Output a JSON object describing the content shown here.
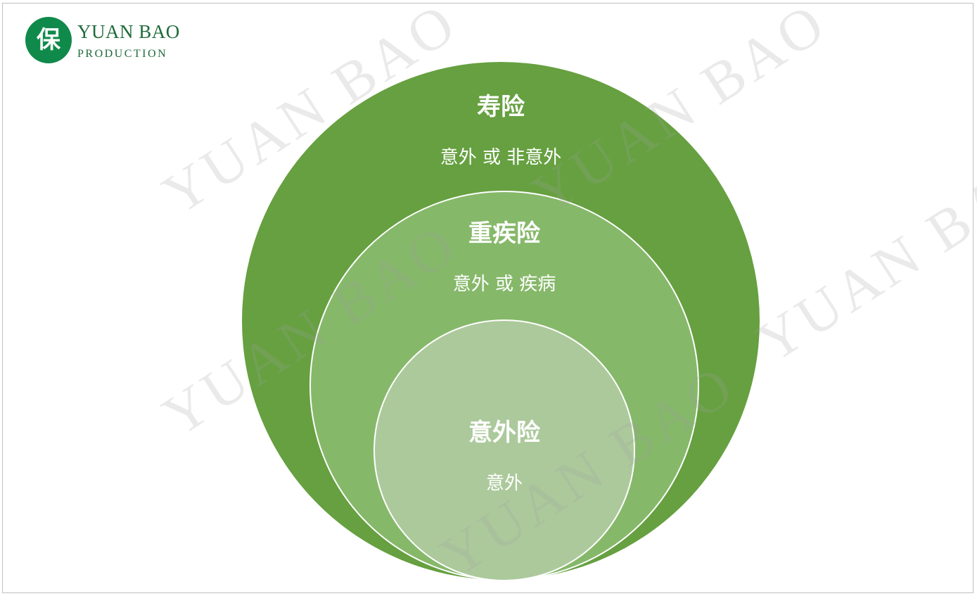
{
  "logo": {
    "mark": "保",
    "name_line1": "YUAN BAO",
    "name_line2": "PRODUCTION"
  },
  "watermark_text": "YUAN BAO",
  "diagram": {
    "outer": {
      "title": "寿险",
      "subtitle": "意外 或 非意外",
      "color": "#66a040"
    },
    "middle": {
      "title": "重疾险",
      "subtitle": "意外 或 疾病",
      "color": "#86b86a"
    },
    "inner": {
      "title": "意外险",
      "subtitle": "意外",
      "color": "#acc99c"
    }
  }
}
